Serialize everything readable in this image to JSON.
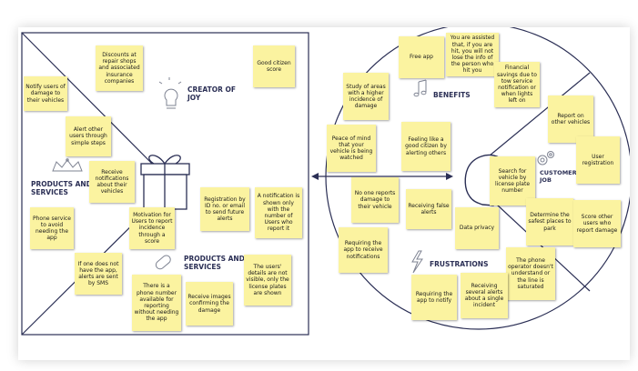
{
  "labels": {
    "creator_of_joy": "CREATOR OF JOY",
    "products_services_1": "PRODUCTS AND SERVICES",
    "products_services_2": "PRODUCTS AND SERVICES",
    "benefits": "BENEFITS",
    "frustrations": "FRUSTRATIONS",
    "customers_job": "CUSTOMERS JOB"
  },
  "notes": {
    "n1": "Notify users of damage to their vehicles",
    "n2": "Discounts at repair shops and associated insurance companies",
    "n3": "Good citizen score",
    "n4": "Alert other users through simple steps",
    "n5": "Receive notifications about their vehicles",
    "n6": "Phone service to avoid needing the app",
    "n7": "Motivation for Users to report incidence through a score",
    "n8": "Registration by ID no. or email to send future alerts",
    "n9": "A notification is shown only with the number of Users who report it",
    "n10": "If one does not have the app, alerts are sent by SMS",
    "n11": "There is a phone number available for reporting without needing the app",
    "n12": "Receive images confirming the damage",
    "n13": "The users' details are not visible, only the license plates are shown",
    "n14": "Free app",
    "n15": "You are assisted that, if you are hit, you will not lose the info of the person who hit you",
    "n16": "Study of areas with a higher incidence of damage",
    "n17": "Financial savings due to tow service notification or when lights left on",
    "n18": "Peace of mind that your vehicle is being watched",
    "n19": "Feeling like a good citizen by alerting others",
    "n20": "Report on other vehicles",
    "n21": "User registration",
    "n22": "No one reports damage to their vehicle",
    "n23": "Receiving false alerts",
    "n24": "Search for vehicle by license plate number",
    "n25": "Requiring the app to receive notifications",
    "n26": "Data privacy",
    "n27": "Determine the safest places to park",
    "n28": "Score other users who report damage",
    "n29": "The phone operator doesn't understand or the line is saturated",
    "n30": "Requiring the app to notify",
    "n31": "Receiving several alerts about a single incident"
  },
  "colors": {
    "note": "#fbf3a0",
    "heading": "#2b2f55",
    "line": "#2b2f55"
  },
  "icons": [
    "gift-icon",
    "lightbulb-icon",
    "crown-icon",
    "pill-icon",
    "music-notes-icon",
    "lightning-icon",
    "gears-icon",
    "head-profile-icon"
  ]
}
